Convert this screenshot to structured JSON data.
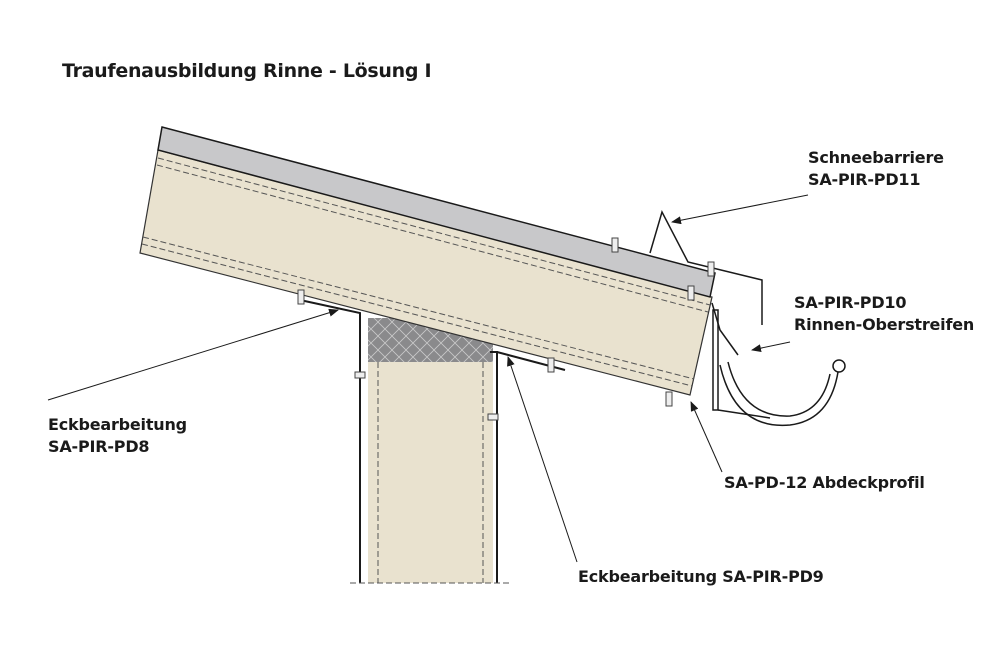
{
  "title": "Traufenausbildung Rinne - Lösung I",
  "labels": {
    "snow_barrier": {
      "line1": "Schneebarriere",
      "line2": "SA-PIR-PD11"
    },
    "gutter_strip": {
      "line1": "SA-PIR-PD10",
      "line2": "Rinnen-Oberstreifen"
    },
    "corner_pd8": {
      "line1": "Eckbearbeitung",
      "line2": "SA-PIR-PD8"
    },
    "cover_profile": {
      "line1": "SA-PD-12 Abdeckprofil"
    },
    "corner_pd9": {
      "line1": "Eckbearbeitung SA-PIR-PD9"
    }
  },
  "colors": {
    "foam": "#e9e2cf",
    "roof_sheet": "#c8c8ca",
    "hatch_block": "#8a8a8c",
    "line": "#1a1a1a"
  }
}
